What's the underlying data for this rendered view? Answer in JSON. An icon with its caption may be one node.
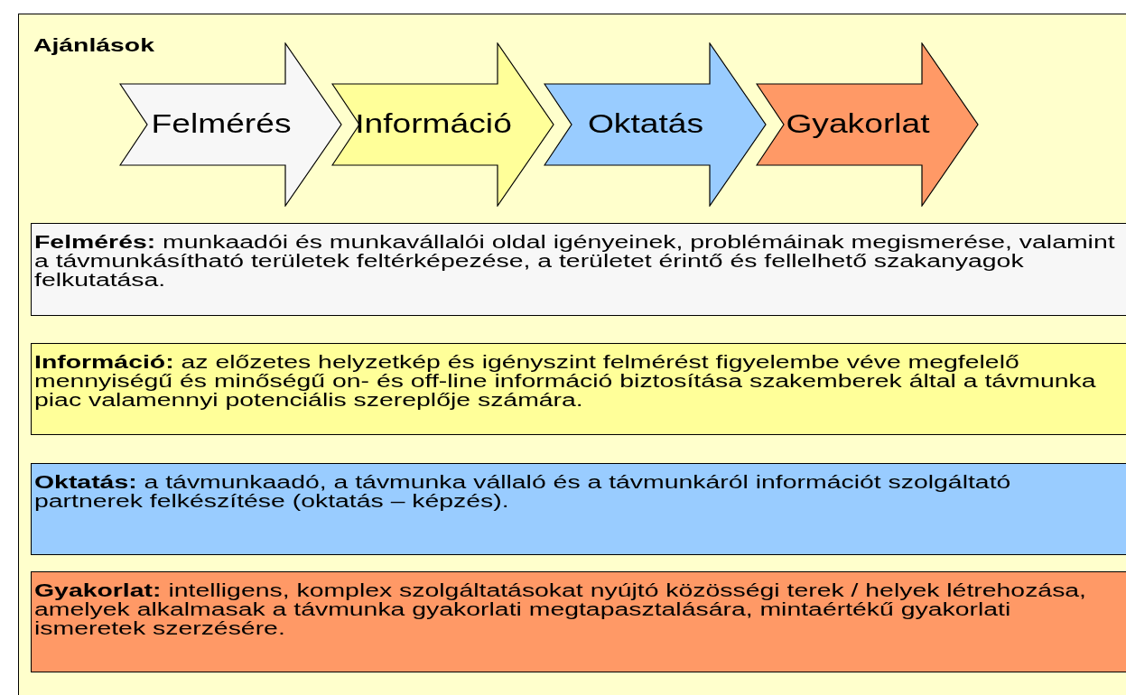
{
  "diagram": {
    "nodes": [
      {
        "text": [
          "Ajánlások"
        ]
      },
      {
        "text": [
          "Felmérés"
        ],
        "in": 0
      },
      {
        "text": [
          "Információ"
        ],
        "in": 0
      },
      {
        "text": [
          "Oktatás"
        ],
        "in": 0
      },
      {
        "text": [
          "Gyakorlat"
        ],
        "in": 0
      },
      {
        "text": [
          "**Felmérés:** munkaadói és munkavállalói oldal igényeinek, problémáinak megismerése, valamint a távmunkásítható területek feltérképezése, a területet érintő és fellelhető szakanyagok felkutatása."
        ],
        "in": 0
      },
      {
        "text": [
          "**Információ:** az előzetes helyzetkép és igényszint felmérést figyelembe véve megfelelő mennyiségű és minőségű on- és off-line információ biztosítása szakemberek által a távmunka piac valamennyi potenciális szereplője számára."
        ],
        "in": 0
      },
      {
        "text": [
          "**Oktatás:** a távmunkaadó, a távmunka vállaló és a távmunkáról információt szolgáltató partnerek felkészítése (oktatás – képzés)."
        ],
        "in": 0
      },
      {
        "text": [
          "**Gyakorlat:** intelligens, komplex szolgáltatásokat nyújtó közösségi terek / helyek létrehozása, amelyek alkalmasak a távmunka gyakorlati megtapasztalására, mintaértékű gyakorlati ismeretek szerzésére."
        ],
        "in": 0
      }
    ]
  }
}
